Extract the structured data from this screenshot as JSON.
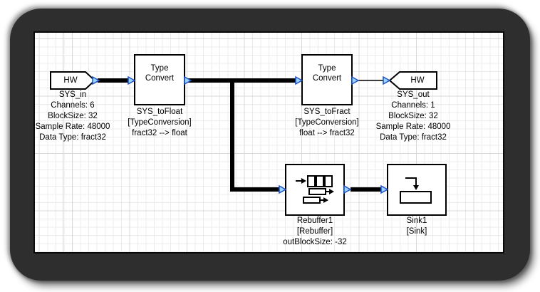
{
  "diagram": {
    "colors": {
      "frame": "#2e2e2e",
      "wire": "#000000",
      "pin_fill": "#9bd3ff",
      "pin_stroke": "#1d52c8",
      "grid_minor": "#ececec",
      "grid_major": "#d9d9d9"
    },
    "blocks": [
      {
        "label": "HW",
        "name": "SYS_in",
        "params": [
          "Channels: 6",
          "BlockSize: 32",
          "Sample Rate: 48000",
          "Data Type: fract32"
        ]
      },
      {
        "label": "Type Convert",
        "name": "SYS_toFloat",
        "params": [
          "[TypeConversion]",
          "fract32 --> float"
        ]
      },
      {
        "label": "Type Convert",
        "name": "SYS_toFract",
        "params": [
          "[TypeConversion]",
          "float --> fract32"
        ]
      },
      {
        "label": "HW",
        "name": "SYS_out",
        "params": [
          "Channels: 1",
          "BlockSize: 32",
          "Sample Rate: 48000",
          "Data Type: fract32"
        ]
      },
      {
        "label": "rebuffer-icon",
        "name": "Rebuffer1",
        "params": [
          "[Rebuffer]",
          "outBlockSize: -32"
        ]
      },
      {
        "label": "sink-icon",
        "name": "Sink1",
        "params": [
          "[Sink]"
        ]
      }
    ]
  }
}
